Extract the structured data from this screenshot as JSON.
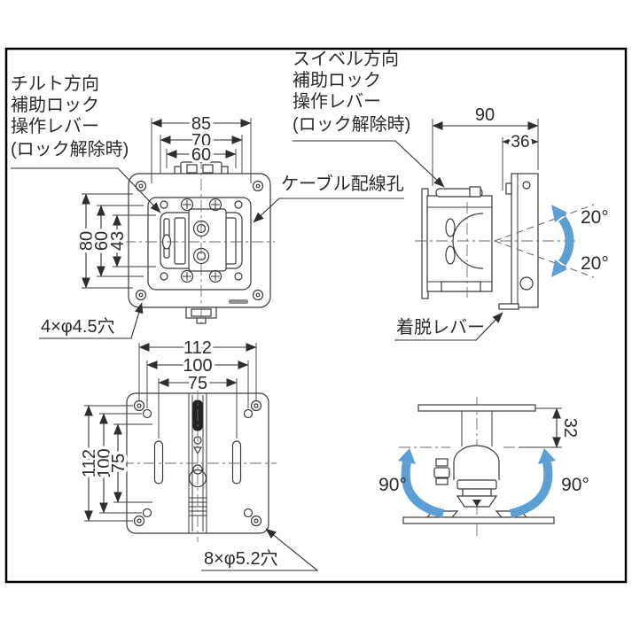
{
  "colors": {
    "line": "#3a3a3a",
    "accent_blue": "#5b9fd4",
    "background": "#ffffff"
  },
  "callouts": {
    "tilt_lock": {
      "line1": "チルト方向",
      "line2": "補助ロック",
      "line3": "操作レバー",
      "line4": "(ロック解除時)"
    },
    "swivel_lock": {
      "line1": "スイベル方向",
      "line2": "補助ロック",
      "line3": "操作レバー",
      "line4": "(ロック解除時)"
    },
    "cable_hole": "ケーブル配線孔",
    "front_hole_spec": "4×φ4.5穴",
    "detach_lever": "着脱レバー",
    "back_hole_spec": "8×φ5.2穴"
  },
  "front_view": {
    "dim_85": "85",
    "dim_70": "70",
    "dim_60": "60",
    "dim_h80": "80",
    "dim_h60": "60",
    "dim_h43": "43"
  },
  "side_view": {
    "dim_90": "90",
    "dim_36": "36",
    "angle_up": "20°",
    "angle_down": "20°"
  },
  "back_view": {
    "dim_112": "112",
    "dim_100": "100",
    "dim_75": "75",
    "dim_v112": "112",
    "dim_v100": "100",
    "dim_v75": "75"
  },
  "bottom_view": {
    "dim_32": "32",
    "angle_left": "90°",
    "angle_right": "90°"
  }
}
